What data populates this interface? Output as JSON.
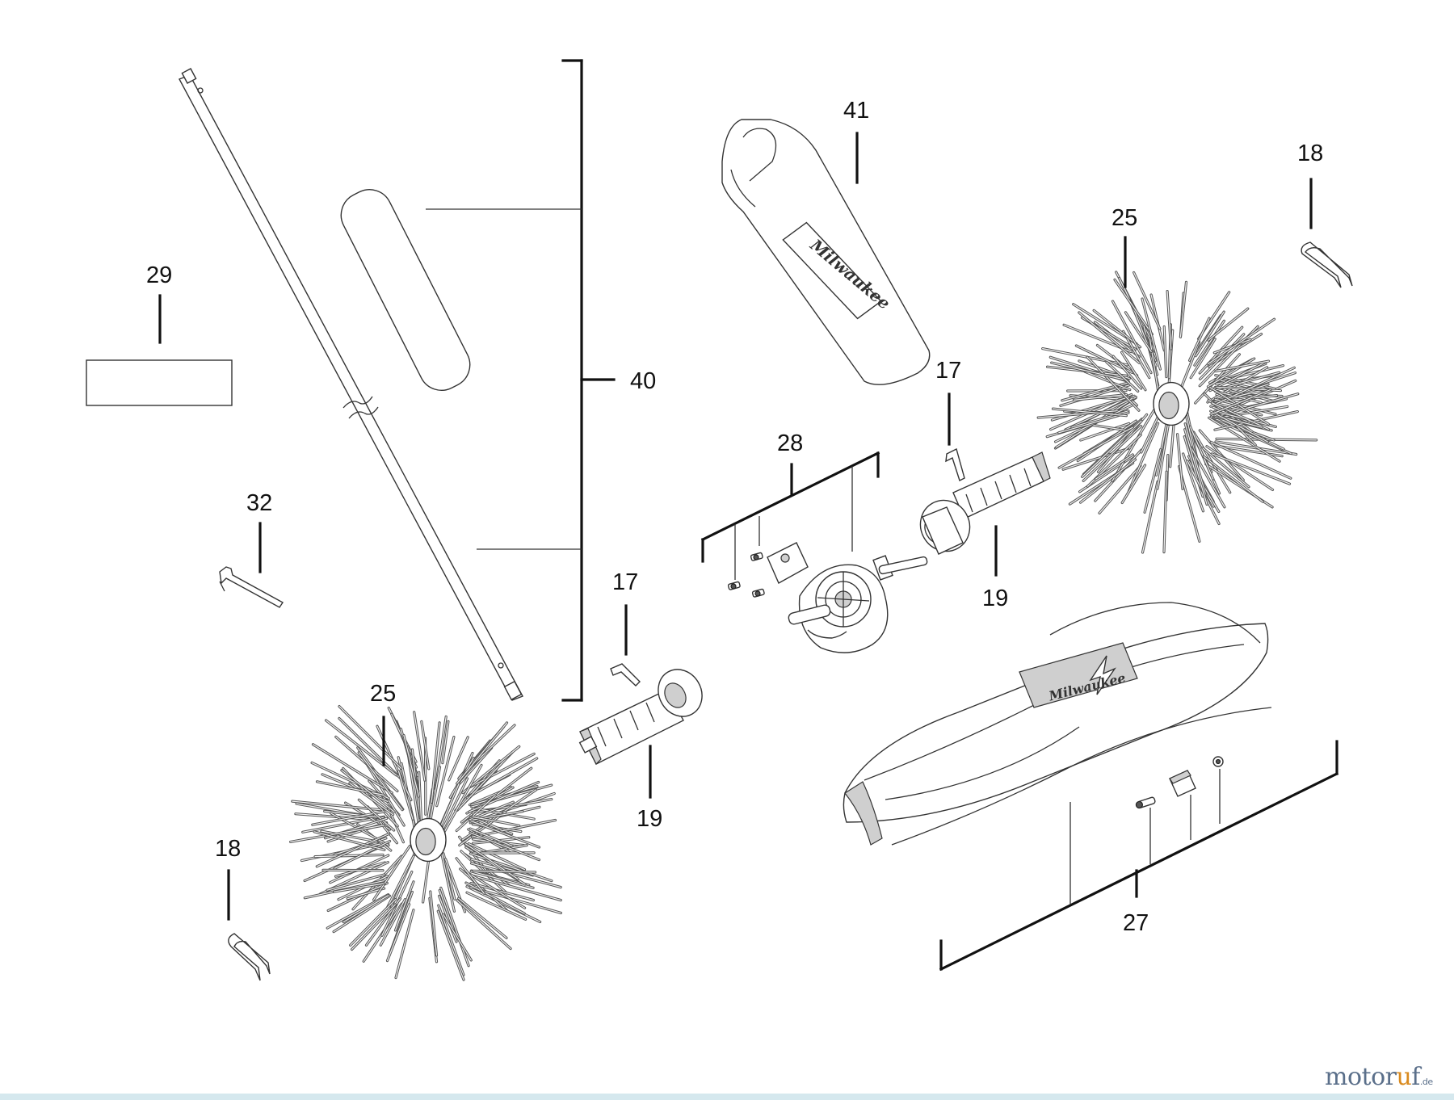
{
  "diagram": {
    "callouts": {
      "c41": "41",
      "c18a": "18",
      "c25a": "25",
      "c29": "29",
      "c40": "40",
      "c17a": "17",
      "c28": "28",
      "c32": "32",
      "c17b": "17",
      "c19a": "19",
      "c25b": "25",
      "c19b": "19",
      "c18b": "18",
      "c27": "27"
    },
    "logo_text": "Milwaukee"
  },
  "watermark": {
    "brand_pre": "motor",
    "brand_accent": "u",
    "brand_post": "f",
    "tld": ".de"
  }
}
